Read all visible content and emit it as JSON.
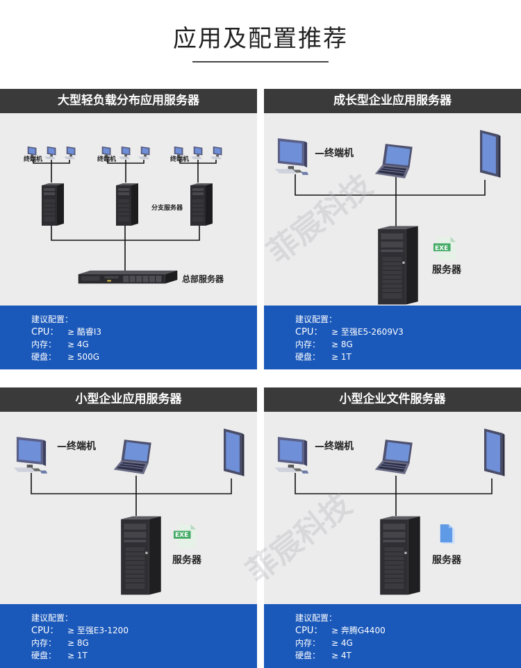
{
  "page_title": "应用及配置推荐",
  "watermark": "菲宸科技",
  "panels": [
    {
      "title": "大型轻负载分布应用服务器",
      "labels": {
        "terminal": "终端机",
        "branch": "分支服务器",
        "hq": "总部服务器"
      },
      "config": {
        "heading": "建议配置：",
        "cpu_key": "CPU：",
        "cpu": "≥  酷睿I3",
        "mem_key": "内存：",
        "mem": "≥  4G",
        "disk_key": "硬盘：",
        "disk": "≥  500G"
      }
    },
    {
      "title": "成长型企业应用服务器",
      "labels": {
        "terminal": "—终端机",
        "server": "服务器",
        "exe": "EXE"
      },
      "config": {
        "heading": "建议配置：",
        "cpu_key": "CPU：",
        "cpu": "≥  至强E5-2609V3",
        "mem_key": "内存：",
        "mem": "≥  8G",
        "disk_key": "硬盘：",
        "disk": "≥  1T"
      }
    },
    {
      "title": "小型企业应用服务器",
      "labels": {
        "terminal": "—终端机",
        "server": "服务器",
        "exe": "EXE"
      },
      "config": {
        "heading": "建议配置：",
        "cpu_key": "CPU：",
        "cpu": "≥  至强E3-1200",
        "mem_key": "内存：",
        "mem": "≥  8G",
        "disk_key": "硬盘：",
        "disk": "≥  1T"
      }
    },
    {
      "title": "小型企业文件服务器",
      "labels": {
        "terminal": "—终端机",
        "server": "服务器"
      },
      "config": {
        "heading": "建议配置：",
        "cpu_key": "CPU：",
        "cpu": "≥  奔腾G4400",
        "mem_key": "内存：",
        "mem": "≥  4G",
        "disk_key": "硬盘：",
        "disk": "≥  4T"
      }
    }
  ]
}
